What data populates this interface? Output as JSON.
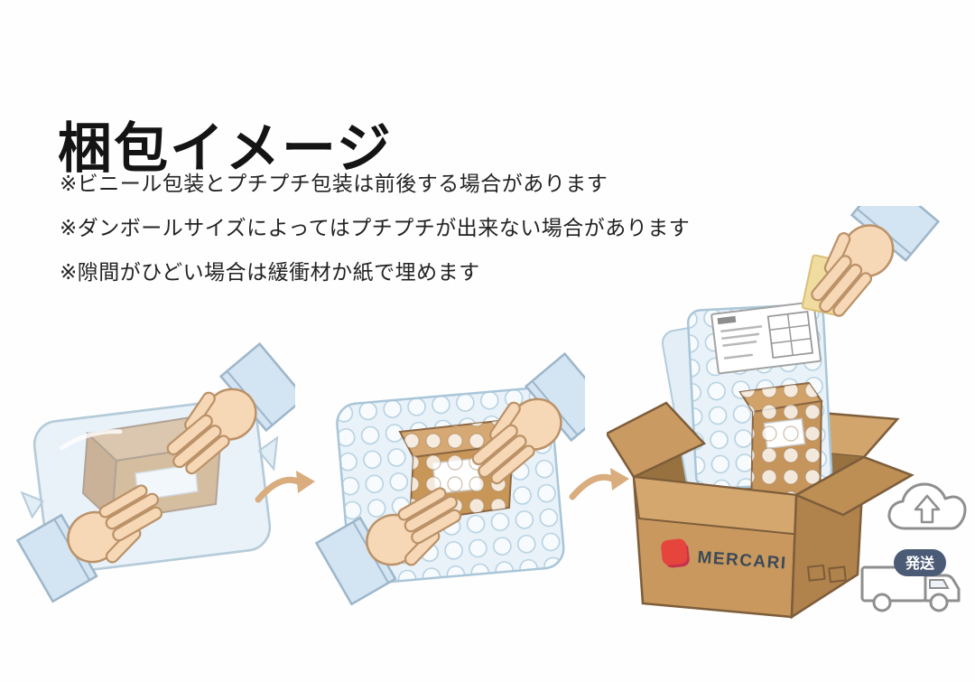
{
  "page": {
    "title": "梱包イメージ"
  },
  "notes": [
    "※ビニール包装とプチプチ包装は前後する場合があります",
    "※ダンボールサイズによってはプチプチが出来ない場合があります",
    "※隙間がひどい場合は緩衝材か紙で埋めます"
  ],
  "illustration": {
    "step_names": [
      "wrap-item-in-vinyl",
      "wrap-in-bubble-wrap",
      "place-in-mercari-box-and-ship"
    ],
    "mercari_logo_text": "MERCARI",
    "shipping_badge": "発送",
    "icons": [
      "arrow-right-icon",
      "upload-cloud-icon",
      "delivery-truck-icon",
      "mercari-logo-mark"
    ]
  },
  "colors": {
    "cardboard": "#c9985e",
    "cardboard_dark": "#b0824c",
    "skin": "#f6d7b6",
    "sleeve": "#d3e4f2",
    "bubble_bg": "#e8f1f8",
    "arrow": "#d9ad7d",
    "mercari_red": "#e5453c",
    "logo_text": "#3b4a58",
    "badge_bg": "#4b5b76",
    "slip_yellow": "#f0dc9e"
  }
}
